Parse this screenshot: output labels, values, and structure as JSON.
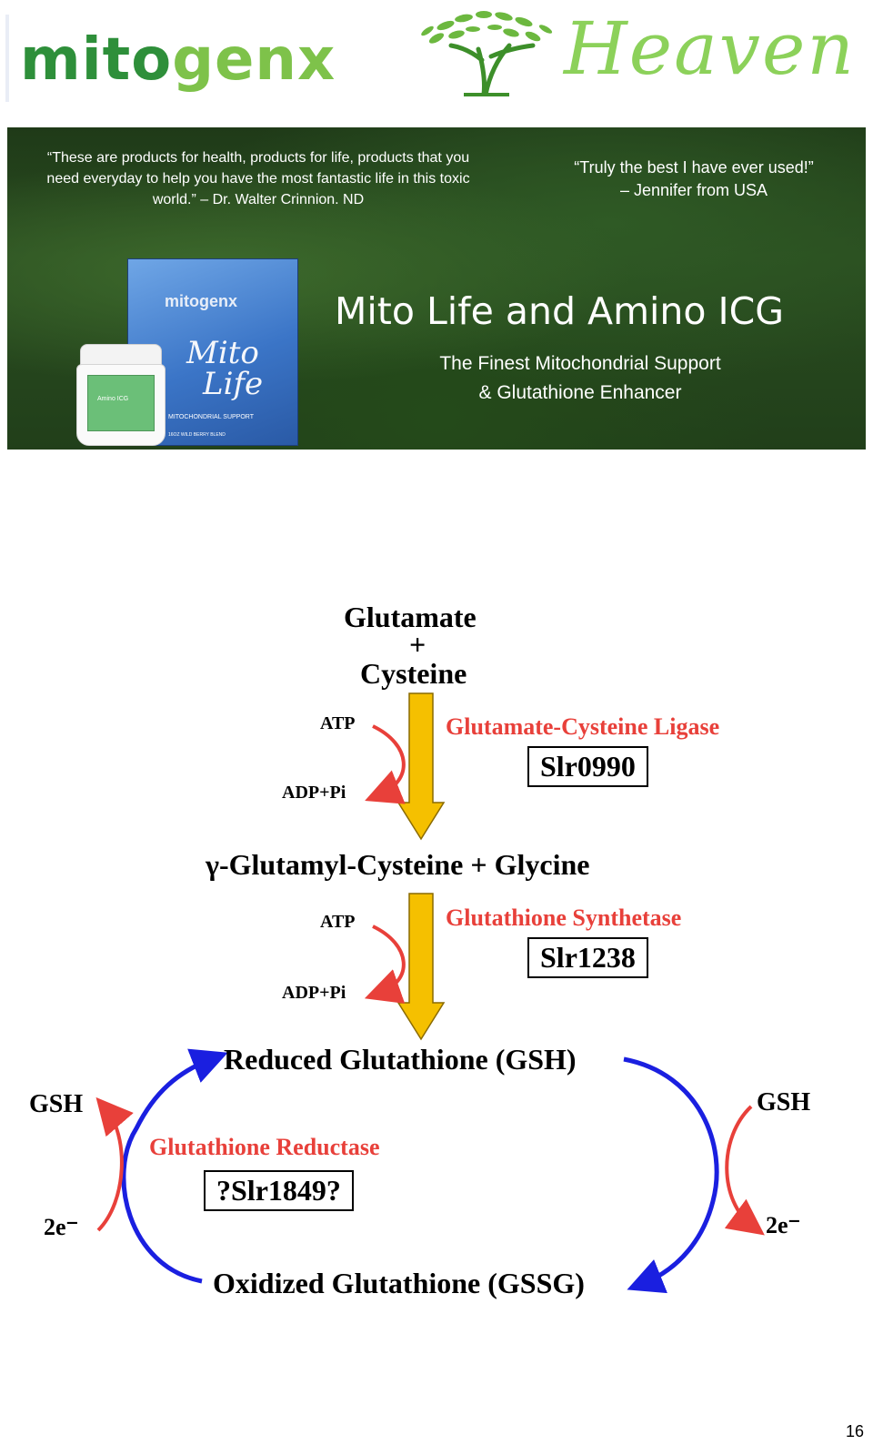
{
  "header": {
    "brand_part1": "mito",
    "brand_part2": "genx",
    "brand_script": "Heaven"
  },
  "banner": {
    "quote1": "“These are products for health, products for life, products that you need everyday to help you have the most fantastic life in this toxic world.” – Dr. Walter Crinnion. ND",
    "quote2_line1": "“Truly the best I have ever used!”",
    "quote2_line2": "– Jennifer from USA",
    "title": "Mito Life and Amino ICG",
    "subtitle_line1": "The Finest Mitochondrial Support",
    "subtitle_line2": "& Glutathione Enhancer",
    "product_box_brand": "mitogenx",
    "product_box_script_line1": "Mito",
    "product_box_script_line2": "Life",
    "product_box_note": "MITOCHONDRIAL SUPPORT",
    "product_box_note2": "16OZ  WILD BERRY BLEND",
    "jar_label": "Amino ICG"
  },
  "diagram": {
    "glutamate": "Glutamate",
    "plus": "+",
    "cysteine": "Cysteine",
    "atp1": "ATP",
    "adp1": "ADP+Pi",
    "enzyme1": "Glutamate-Cysteine Ligase",
    "gene1": "Slr0990",
    "intermediate": "γ-Glutamyl-Cysteine + Glycine",
    "atp2": "ATP",
    "adp2": "ADP+Pi",
    "enzyme2": "Glutathione Synthetase",
    "gene2": "Slr1238",
    "reduced": "Reduced Glutathione (GSH)",
    "gsh_left": "GSH",
    "gsh_right": "GSH",
    "enzyme3": "Glutathione Reductase",
    "gene3": "?Slr1849?",
    "e_left": "2e⁻",
    "e_right": "2e⁻",
    "oxidized": "Oxidized Glutathione (GSSG)"
  },
  "page_number": "16",
  "colors": {
    "brand_dark_green": "#2e8f3a",
    "brand_light_green": "#7ec24a",
    "enzyme_red": "#e8403a",
    "cycle_blue": "#1a1fe0",
    "arrow_yellow": "#f5c000"
  }
}
